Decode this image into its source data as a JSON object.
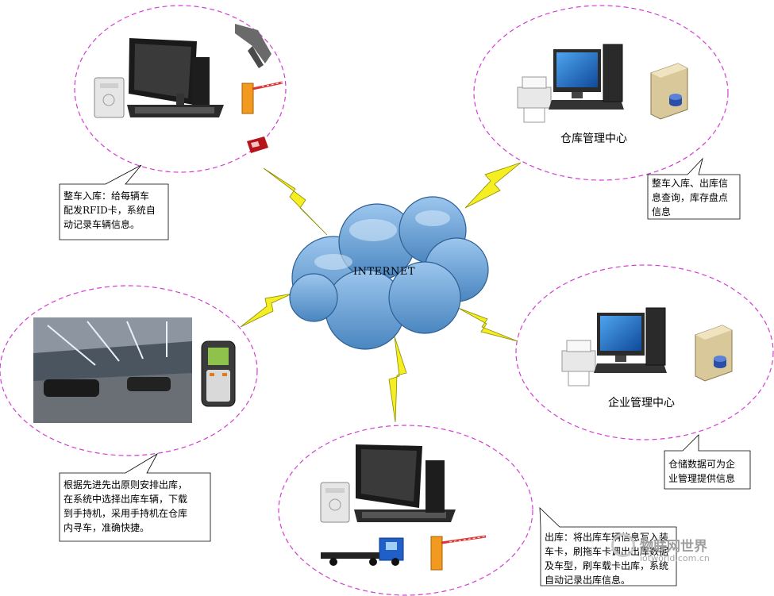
{
  "internet_label": "INTERNET",
  "warehouse_center": {
    "label": "仓库管理中心",
    "note": "整车入库、出库信\n息查询，库存盘点\n信息"
  },
  "enterprise_center": {
    "label": "企业管理中心",
    "note": "仓储数据可为企\n业管理提供信息"
  },
  "entry_station": {
    "note": "整车入库：给每辆车\n配发RFID卡，系统自\n动记录车辆信息。"
  },
  "warehouse_floor": {
    "note": "根据先进先出原则安排出库，\n在系统中选择出库车辆，下载\n到手持机，采用手持机在仓库\n内寻车，准确快捷。"
  },
  "exit_station": {
    "note": "出库：将出库车辆信息写入装\n车卡，刷拖车卡调出出库数据\n及车型，刷车载卡出库，系统\n自动记录出库信息。"
  },
  "watermark": {
    "brand": "物联网世界",
    "site": "iotworld.com.cn"
  },
  "colors": {
    "ellipse_border": "#d23ed2",
    "lightning": "#f4ee22",
    "cloud": "#6fa7d8",
    "monitor_screen": "#1e6cc4",
    "truck_blue": "#1f5fc7",
    "barrier_orange": "#f29a1f"
  }
}
